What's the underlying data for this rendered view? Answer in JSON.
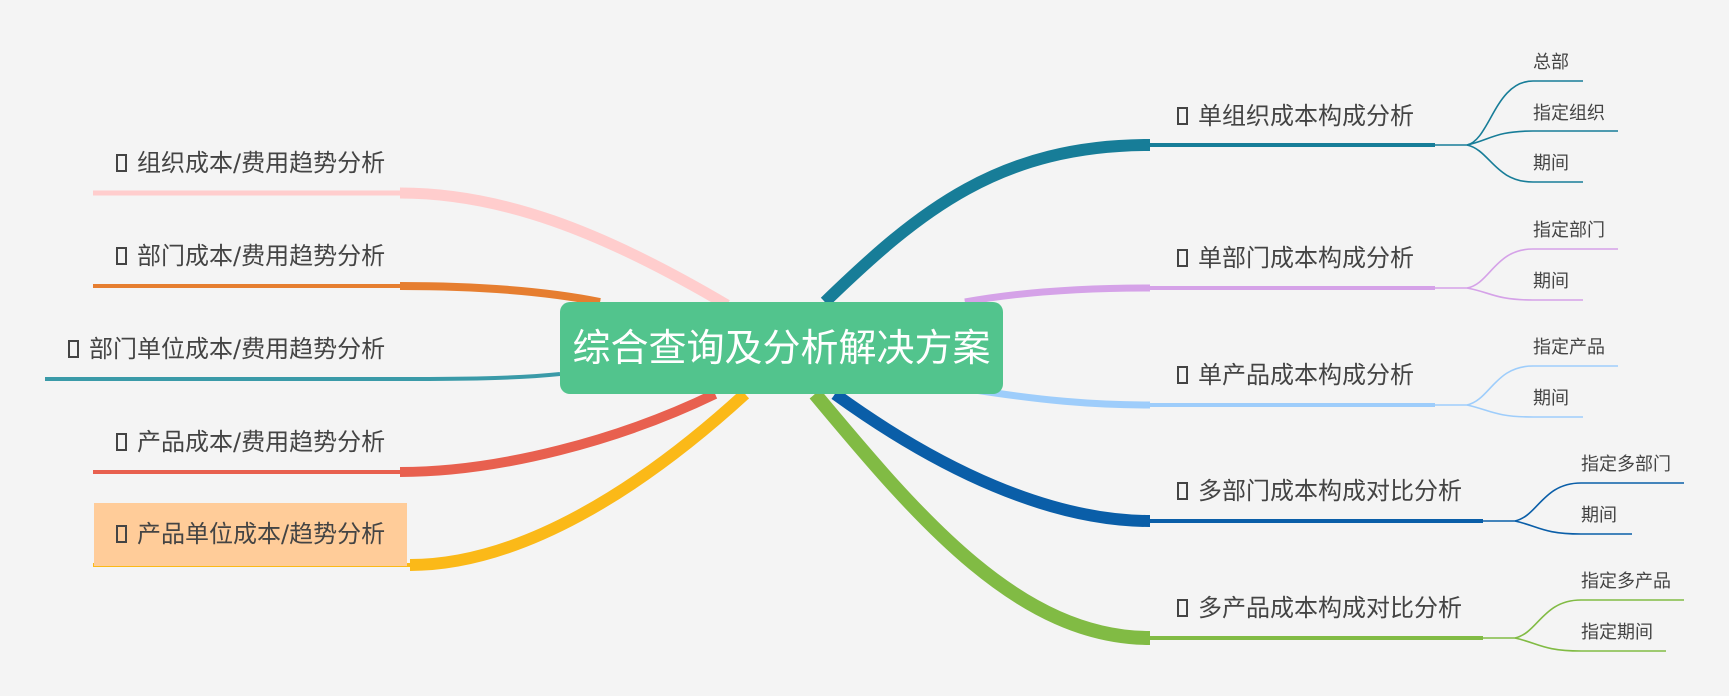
{
  "central": {
    "label": "综合查询及分析解决方案",
    "color": "#52c48d"
  },
  "left_topics": [
    {
      "label": "组织成本/费用趋势分析",
      "icon": "checkbox-icon",
      "color": "#ffcdcd"
    },
    {
      "label": "部门成本/费用趋势分析",
      "icon": "checkbox-icon",
      "color": "#e67e30"
    },
    {
      "label": "部门单位成本/费用趋势分析",
      "icon": "checkbox-icon",
      "color": "#3a9aa8"
    },
    {
      "label": "产品成本/费用趋势分析",
      "icon": "checkbox-icon",
      "color": "#e8604f"
    },
    {
      "label": "产品单位成本/趋势分析",
      "icon": "checkbox-icon",
      "color": "#fbb918",
      "highlight": "#ffcc99"
    }
  ],
  "right_topics": [
    {
      "label": "单组织成本构成分析",
      "icon": "checkbox-icon",
      "color": "#177d98",
      "children": [
        "总部",
        "指定组织",
        "期间"
      ]
    },
    {
      "label": "单部门成本构成分析",
      "icon": "checkbox-icon",
      "color": "#d5a2e8",
      "children": [
        "指定部门",
        "期间"
      ]
    },
    {
      "label": "单产品成本构成分析",
      "icon": "checkbox-icon",
      "color": "#9ecdfb",
      "children": [
        "指定产品",
        "期间"
      ]
    },
    {
      "label": "多部门成本构成对比分析",
      "icon": "checkbox-icon",
      "color": "#0a5ea8",
      "children": [
        "指定多部门",
        "期间"
      ]
    },
    {
      "label": "多产品成本构成对比分析",
      "icon": "checkbox-icon",
      "color": "#81bb44",
      "children": [
        "指定多产品",
        "指定期间"
      ]
    }
  ]
}
